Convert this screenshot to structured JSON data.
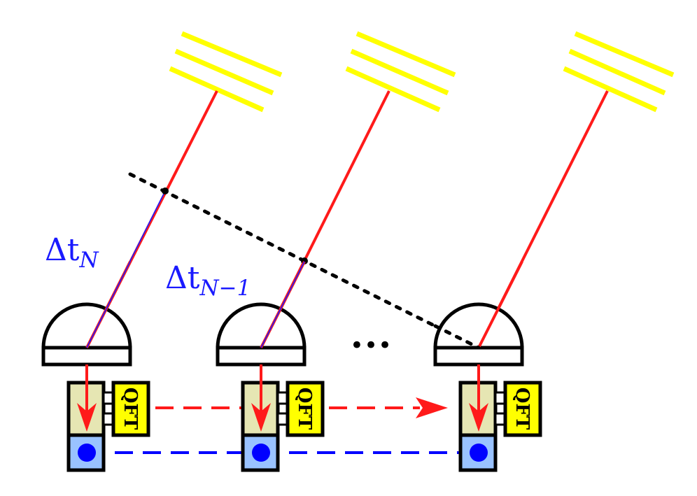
{
  "labels": {
    "delta_t_n": {
      "base": "Δt",
      "sub": "N"
    },
    "delta_t_n_minus_1": {
      "base": "Δt",
      "sub": "N−1"
    },
    "ellipsis": "•••",
    "qft": "QFT"
  },
  "colors": {
    "beam": "#ff1a1a",
    "source": "#ffff00",
    "delay_highlight": "#1a1aff",
    "memory_fill": "#e6e6b3",
    "qft_fill": "#ffff00",
    "register_fill": "#99c2ff",
    "qubit": "#0000ff",
    "wavefront": "#000000",
    "outline": "#000000"
  }
}
